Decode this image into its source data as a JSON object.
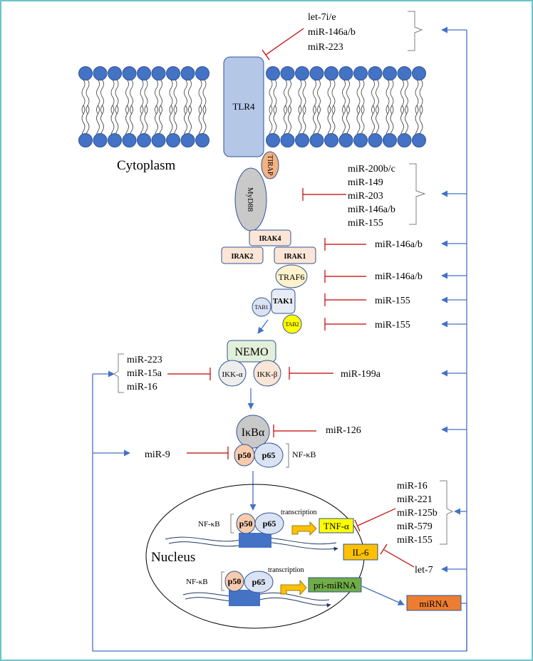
{
  "membrane": {
    "receptor": "TLR4",
    "region_label": "Cytoplasm"
  },
  "adaptors": {
    "tirap": "TIRAP",
    "myd88": "MyD88"
  },
  "kinases": {
    "irak4": "IRAK4",
    "irak2": "IRAK2",
    "irak1": "IRAK1",
    "traf6": "TRAF6",
    "tak1": "TAK1",
    "tab1": "TAB1",
    "tab2": "TAB2"
  },
  "ikk": {
    "nemo": "NEMO",
    "alpha": "IKK-α",
    "beta": "IKK-β"
  },
  "nfkb_complex": {
    "ikba": "IκBα",
    "p50": "p50",
    "p65": "p65",
    "label": "NF-κB"
  },
  "nucleus": {
    "label": "Nucleus",
    "nfkb_label": "NF-κB",
    "p50": "p50",
    "p65": "p65",
    "transcription": "transcription",
    "tnf": "TNF-α",
    "il6": "IL-6",
    "pri_mirna": "pri-miRNA"
  },
  "mirna_box": "miRNA",
  "mirnas": {
    "tlr4_group": [
      "let-7i/e",
      "miR-146a/b",
      "miR-223"
    ],
    "myd88_group": [
      "miR-200b/c",
      "miR-149",
      "miR-203",
      "miR-146a/b",
      "miR-155"
    ],
    "irak": "miR-146a/b",
    "traf6": "miR-146a/b",
    "tak1": "miR-155",
    "tab2": "miR-155",
    "ikka_group": [
      "miR-223",
      "miR-15a",
      "miR-16"
    ],
    "ikkb": "miR-199a",
    "ikba": "miR-126",
    "p50": "miR-9",
    "tnf_group": [
      "miR-16",
      "miR-221",
      "miR-125b",
      "miR-579",
      "miR-155"
    ],
    "il6": "let-7"
  },
  "colors": {
    "membrane_head": "#4472c4",
    "receptor": "#b4c7e7",
    "tirap": "#f4b183",
    "myd88": "#c9c9c9",
    "kinase_box": "#fbe5d6",
    "traf6": "#fff2cc",
    "tab2": "#ffff00",
    "nemo": "#e2f0d9",
    "p50": "#f8cbad",
    "p65": "#dae3f3",
    "inhibit": "#c00000",
    "arrow": "#4472c4",
    "tnf": "#ffff00",
    "il6": "#ffc000",
    "pri_mirna": "#70ad47",
    "mirna": "#ed7d31",
    "dna": "#4472c4"
  }
}
